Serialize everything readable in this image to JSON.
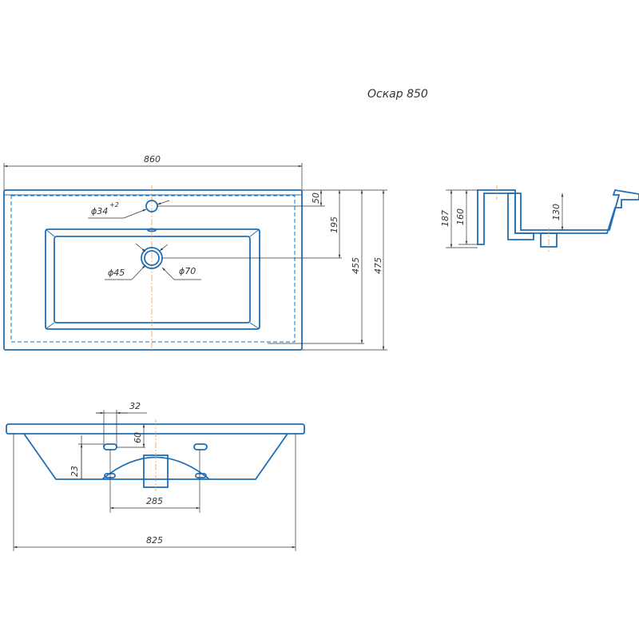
{
  "title": "Оскар 850",
  "top_view": {
    "width": "860",
    "tap_hole": "ϕ34",
    "tap_tolerance": "+2",
    "drain_inner": "ϕ45",
    "drain_outer": "ϕ70",
    "dim_50": "50",
    "dim_195": "195",
    "dim_455": "455",
    "dim_475": "475"
  },
  "section_view": {
    "dim_187": "187",
    "dim_160": "160",
    "dim_130": "130"
  },
  "front_view": {
    "dim_32": "32",
    "dim_60": "60",
    "dim_23": "23",
    "dim_285": "285",
    "dim_825": "825"
  }
}
